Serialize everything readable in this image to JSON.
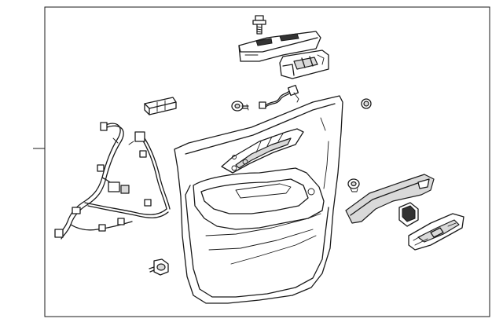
{
  "diagram": {
    "type": "exploded-parts-diagram",
    "colors": {
      "line": "#1a1a1a",
      "background": "#ffffff",
      "shade_light": "#d9d9d9",
      "shade_dark": "#8a8a8a"
    },
    "parts": [
      "trim-bolt",
      "switch-bezel",
      "window-switch",
      "cover-plug",
      "push-pin-fastener",
      "panel-harness",
      "round-clip",
      "door-trim-panel",
      "wiring-harness",
      "small-clip",
      "pull-handle",
      "handle-cap",
      "inside-handle",
      "retainer-clip"
    ],
    "text": []
  }
}
